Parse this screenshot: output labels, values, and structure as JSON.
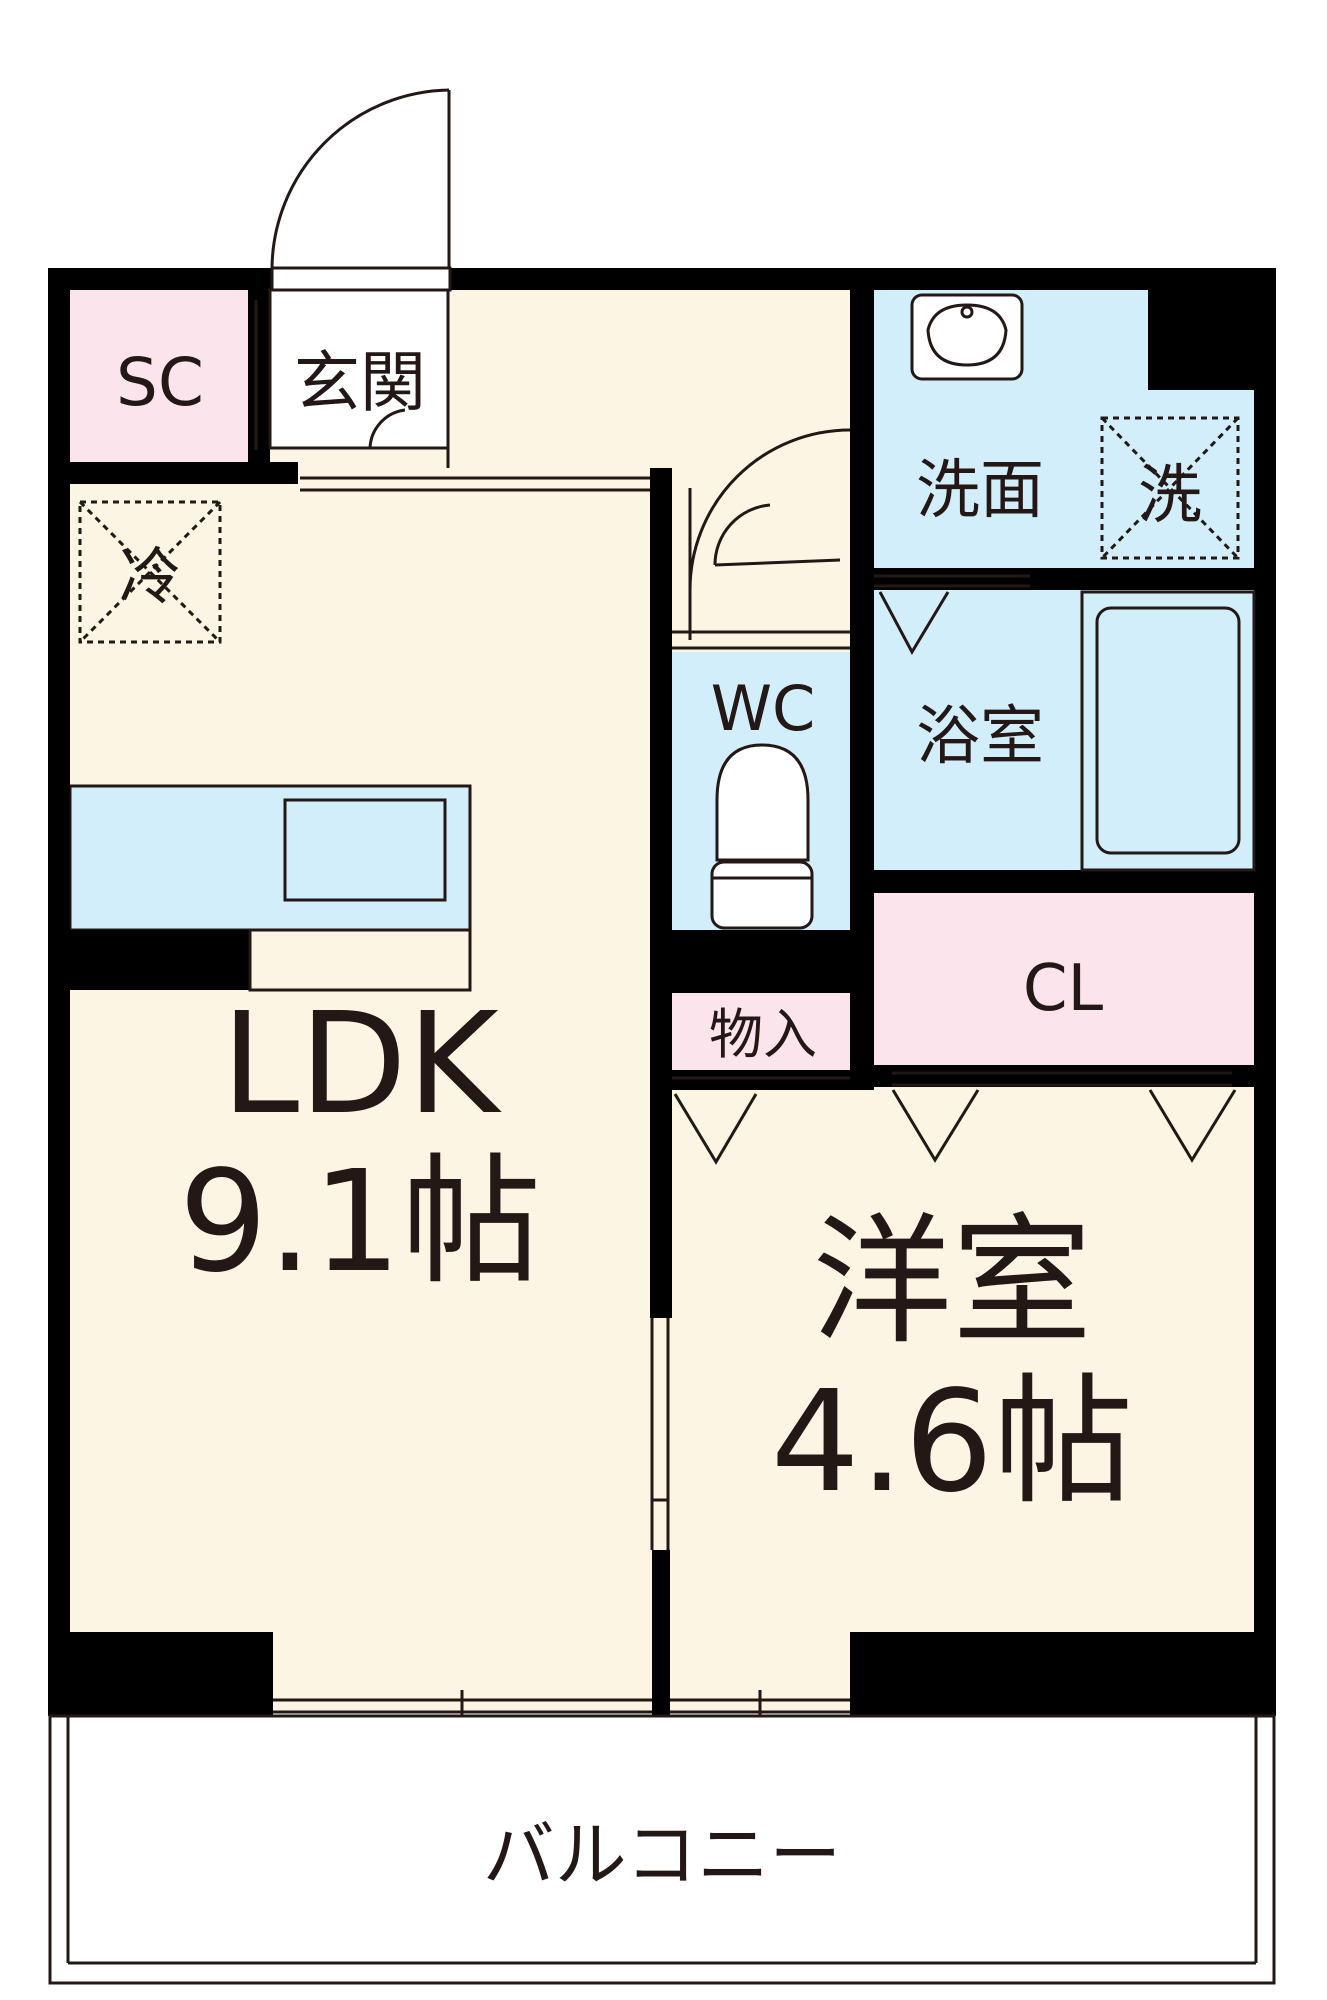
{
  "floor_plan": {
    "rooms": {
      "sc": "SC",
      "entrance": "玄関",
      "fridge": "冷",
      "washroom": "洗面",
      "washer": "洗",
      "wc": "WC",
      "bath": "浴室",
      "closet": "CL",
      "storage": "物入",
      "ldk_name": "LDK",
      "ldk_size": "9.1帖",
      "western_name": "洋室",
      "western_size": "4.6帖",
      "balcony": "バルコニー"
    },
    "colors": {
      "wall": "#000000",
      "living_floor": "#fdf5e4",
      "wet_area": "#d1eefa",
      "storage": "#fbe4ec",
      "line": "#231815"
    }
  }
}
